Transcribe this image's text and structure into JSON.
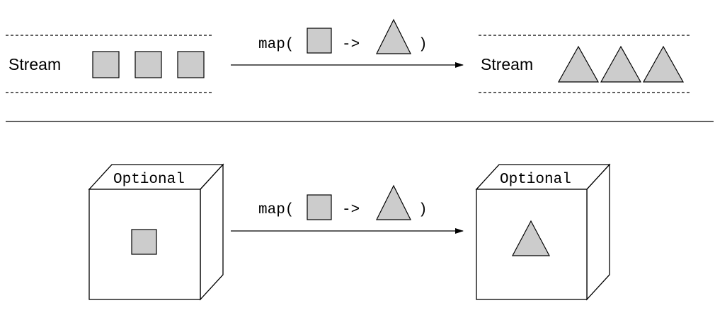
{
  "colors": {
    "shape_fill": "#cccccc",
    "stroke": "#000000",
    "background": "#ffffff"
  },
  "stream_section": {
    "source_label": "Stream",
    "target_label": "Stream",
    "source_item_count": 3,
    "target_item_count": 3,
    "map_open": "map(",
    "map_arrow": "->",
    "map_close": ")"
  },
  "optional_section": {
    "source_label": "Optional",
    "target_label": "Optional",
    "map_open": "map(",
    "map_arrow": "->",
    "map_close": ")"
  }
}
